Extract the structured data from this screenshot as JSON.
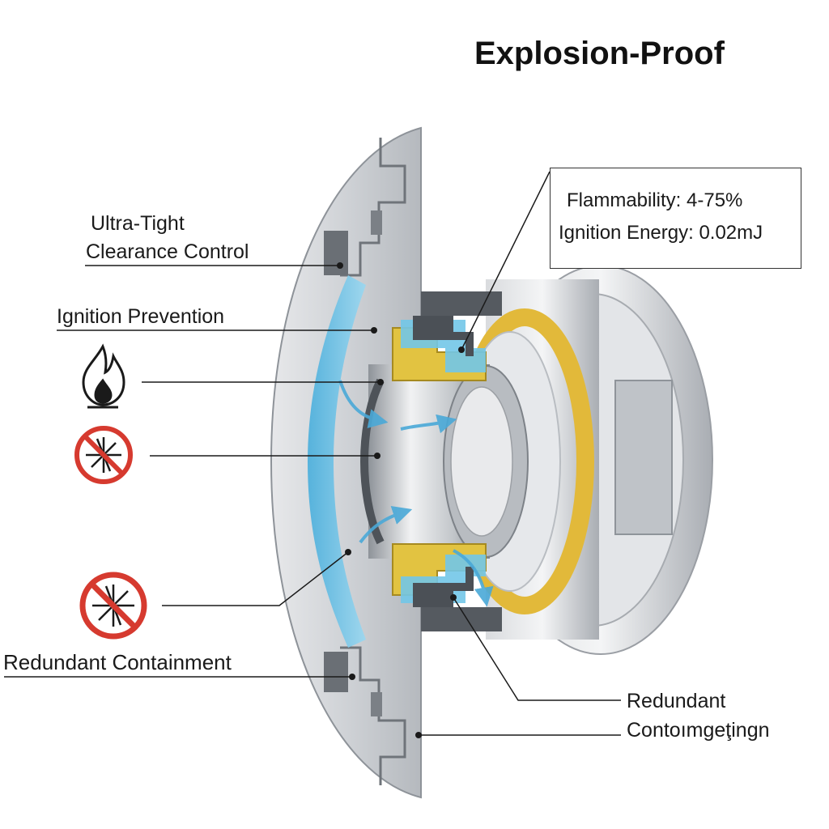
{
  "title": "Explosion-Proof",
  "info_box": {
    "line1": "Flammability: 4-75%",
    "line2": "Ignition Energy: 0.02mJ"
  },
  "labels": {
    "clearance_line1": "Ultra-Tight",
    "clearance_line2": "Clearance Control",
    "ignition_prevention": "Ignition Prevention",
    "redundant_containment_left": "Redundant Containment",
    "redundant_right_line1": "Redundant",
    "redundant_right_line2": "Contoımgeţingn"
  },
  "icons": [
    "flame-icon",
    "no-spark-icon",
    "no-spark-icon"
  ],
  "colors": {
    "steel": "#c9ccd0",
    "flow_blue": "#6ec3e6",
    "seal_yellow": "#e2b93a",
    "prohibit_red": "#d63a2f"
  }
}
